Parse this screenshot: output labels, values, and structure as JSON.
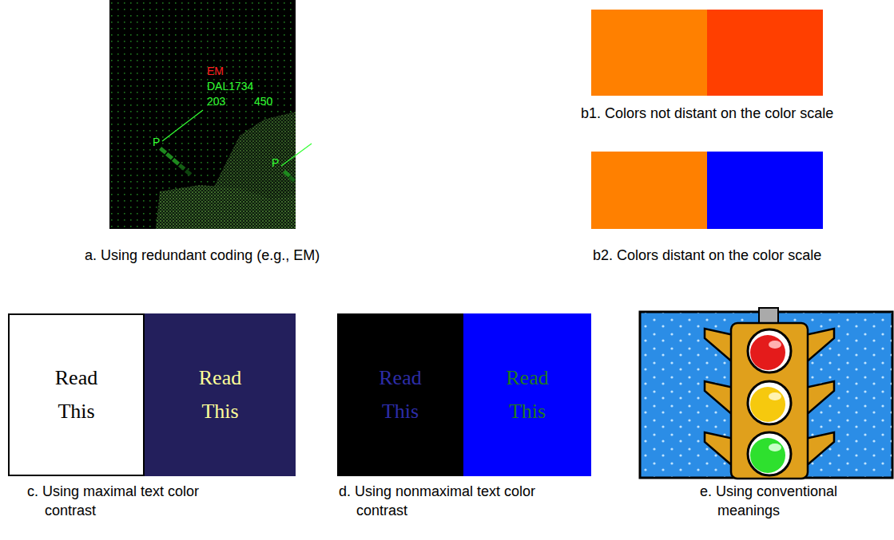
{
  "diagram": {
    "nodes": [
      {
        "text": [
          "Read This"
        ]
      },
      {
        "text": [
          "Read This"
        ]
      },
      {
        "text": [
          "Read This"
        ]
      },
      {
        "text": [
          "Read This"
        ]
      }
    ],
    "labels": [
      "EM",
      "DAL1734",
      "203",
      "450",
      "P",
      "P",
      "a. Using redundant coding (e.g., EM)",
      "b1. Colors not distant on the color scale",
      "b2. Colors distant on the color scale",
      "c. Using maximal text color contrast",
      "d. Using nonmaximal text color contrast",
      "e. Using conventional meanings"
    ]
  }
}
